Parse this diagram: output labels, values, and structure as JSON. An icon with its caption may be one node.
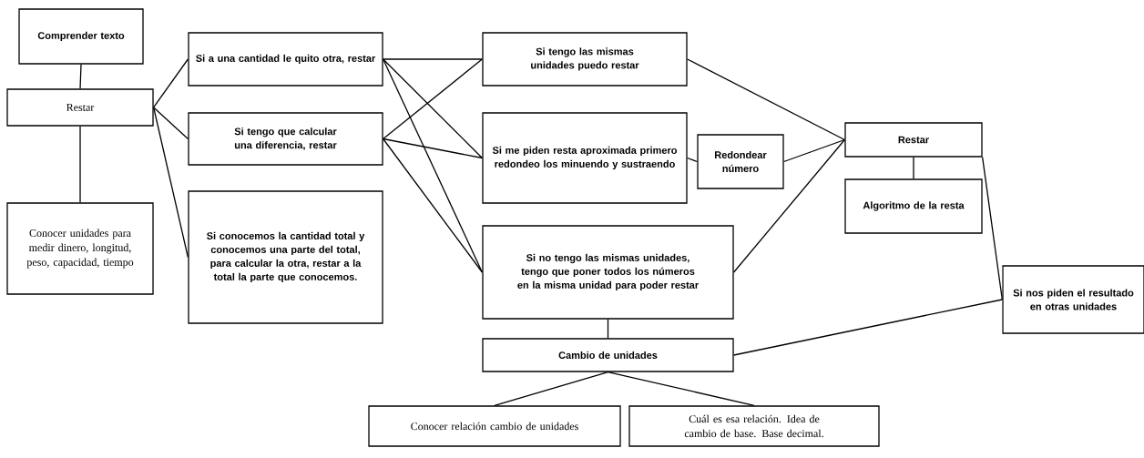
{
  "diagram": {
    "nodes": [
      {
        "text": [
          "Comprender texto"
        ]
      },
      {
        "text": [
          "Restar"
        ]
      },
      {
        "text": [
          "Conocer unidades para medir dinero, longitud, peso, capacidad, tiempo"
        ]
      },
      {
        "text": [
          "Si a una cantidad le quito otra, restar"
        ]
      },
      {
        "text": [
          "Si tengo que calcular una diferencia, restar"
        ]
      },
      {
        "text": [
          "Si conocemos la cantidad total y conocemos una parte del total, para calcular la otra, restar a la total la parte que conocemos."
        ]
      },
      {
        "text": [
          "Si tengo las mismas unidades puedo restar"
        ]
      },
      {
        "text": [
          "Si me piden resta aproximada primero redondeo los minuendo y sustraendo"
        ]
      },
      {
        "text": [
          "Redondear número"
        ]
      },
      {
        "text": [
          "Si no tengo las mismas unidades, tengo que poner todos los números en la misma unidad para poder restar"
        ]
      },
      {
        "text": [
          "Restar"
        ]
      },
      {
        "text": [
          "Algoritmo de la resta"
        ]
      },
      {
        "text": [
          "Si nos piden el resultado en otras unidades"
        ]
      },
      {
        "text": [
          "Cambio de unidades"
        ]
      },
      {
        "text": [
          "Conocer relación cambio de unidades"
        ]
      },
      {
        "text": [
          "Cuál es esa relación. Idea de cambio de base. Base decimal."
        ]
      }
    ],
    "edges": [
      {
        "from": 0,
        "to": 1,
        "arrow": "none"
      },
      {
        "from": 1,
        "to": 2,
        "arrow": "none"
      },
      {
        "from": 1,
        "to": 3,
        "arrow": "none"
      },
      {
        "from": 1,
        "to": 4,
        "arrow": "none"
      },
      {
        "from": 1,
        "to": 5,
        "arrow": "none"
      },
      {
        "from": 3,
        "to": 6,
        "arrow": "none"
      },
      {
        "from": 3,
        "to": 7,
        "arrow": "none"
      },
      {
        "from": 3,
        "to": 9,
        "arrow": "none"
      },
      {
        "from": 4,
        "to": 6,
        "arrow": "none"
      },
      {
        "from": 4,
        "to": 7,
        "arrow": "none"
      },
      {
        "from": 4,
        "to": 9,
        "arrow": "none"
      },
      {
        "from": 6,
        "to": 10,
        "arrow": "none"
      },
      {
        "from": 7,
        "to": 8,
        "arrow": "none"
      },
      {
        "from": 8,
        "to": 10,
        "arrow": "none"
      },
      {
        "from": 9,
        "to": 10,
        "arrow": "none"
      },
      {
        "from": 10,
        "to": 11,
        "arrow": "none"
      },
      {
        "from": 10,
        "to": 12,
        "arrow": "none"
      },
      {
        "from": 12,
        "to": 13,
        "arrow": "none"
      },
      {
        "from": 9,
        "to": 13,
        "arrow": "none"
      },
      {
        "from": 13,
        "to": 14,
        "arrow": "none"
      },
      {
        "from": 13,
        "to": 15,
        "arrow": "none"
      }
    ]
  }
}
